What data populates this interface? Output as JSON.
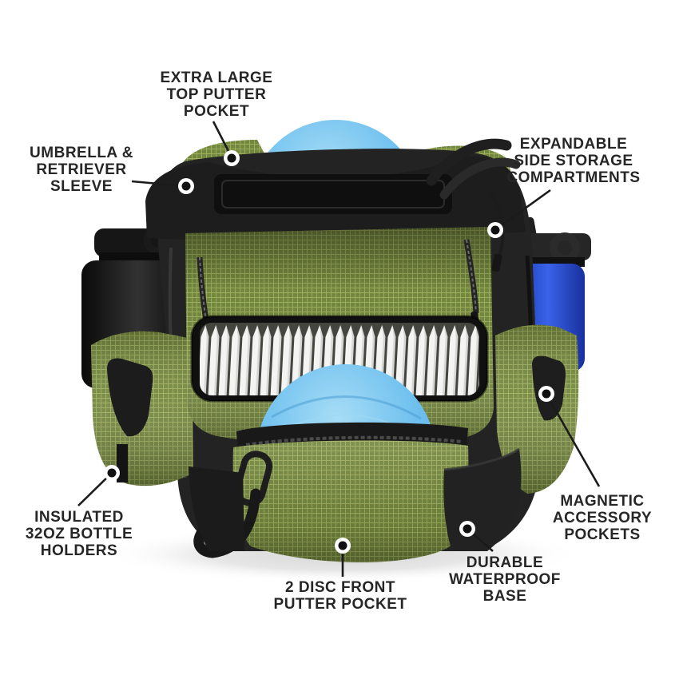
{
  "figure": {
    "type": "annotated-product-image",
    "subject": "Disc golf backpack feature callout diagram",
    "background": "#ffffff"
  },
  "colors": {
    "label_text": "#262626",
    "callout_line": "#1b1b1b",
    "callout_dot_core": "#111111",
    "callout_dot_ring": "#ffffff",
    "bag_green": "#74873f",
    "bag_green_grid": "#a9ba64",
    "bag_black": "#232323",
    "disc_blue": "#6fc0ef",
    "bottle_blue": "#2d4fd0",
    "bottle_black": "#1d1d1d",
    "disc_stack_white": "#f4f4f3"
  },
  "callouts": [
    {
      "id": "top-putter-pocket",
      "label": "EXTRA LARGE\nTOP PUTTER\nPOCKET"
    },
    {
      "id": "umbrella-sleeve",
      "label": "UMBRELLA &\nRETRIEVER\nSLEEVE"
    },
    {
      "id": "side-storage",
      "label": "EXPANDABLE\nSIDE STORAGE\nCOMPARTMENTS"
    },
    {
      "id": "bottle-holders",
      "label": "INSULATED\n32OZ BOTTLE\nHOLDERS"
    },
    {
      "id": "front-putter-pocket",
      "label": "2 DISC FRONT\nPUTTER POCKET"
    },
    {
      "id": "waterproof-base",
      "label": "DURABLE\nWATERPROOF\nBASE"
    },
    {
      "id": "magnetic-pockets",
      "label": "MAGNETIC\nACCESSORY\nPOCKETS"
    }
  ]
}
